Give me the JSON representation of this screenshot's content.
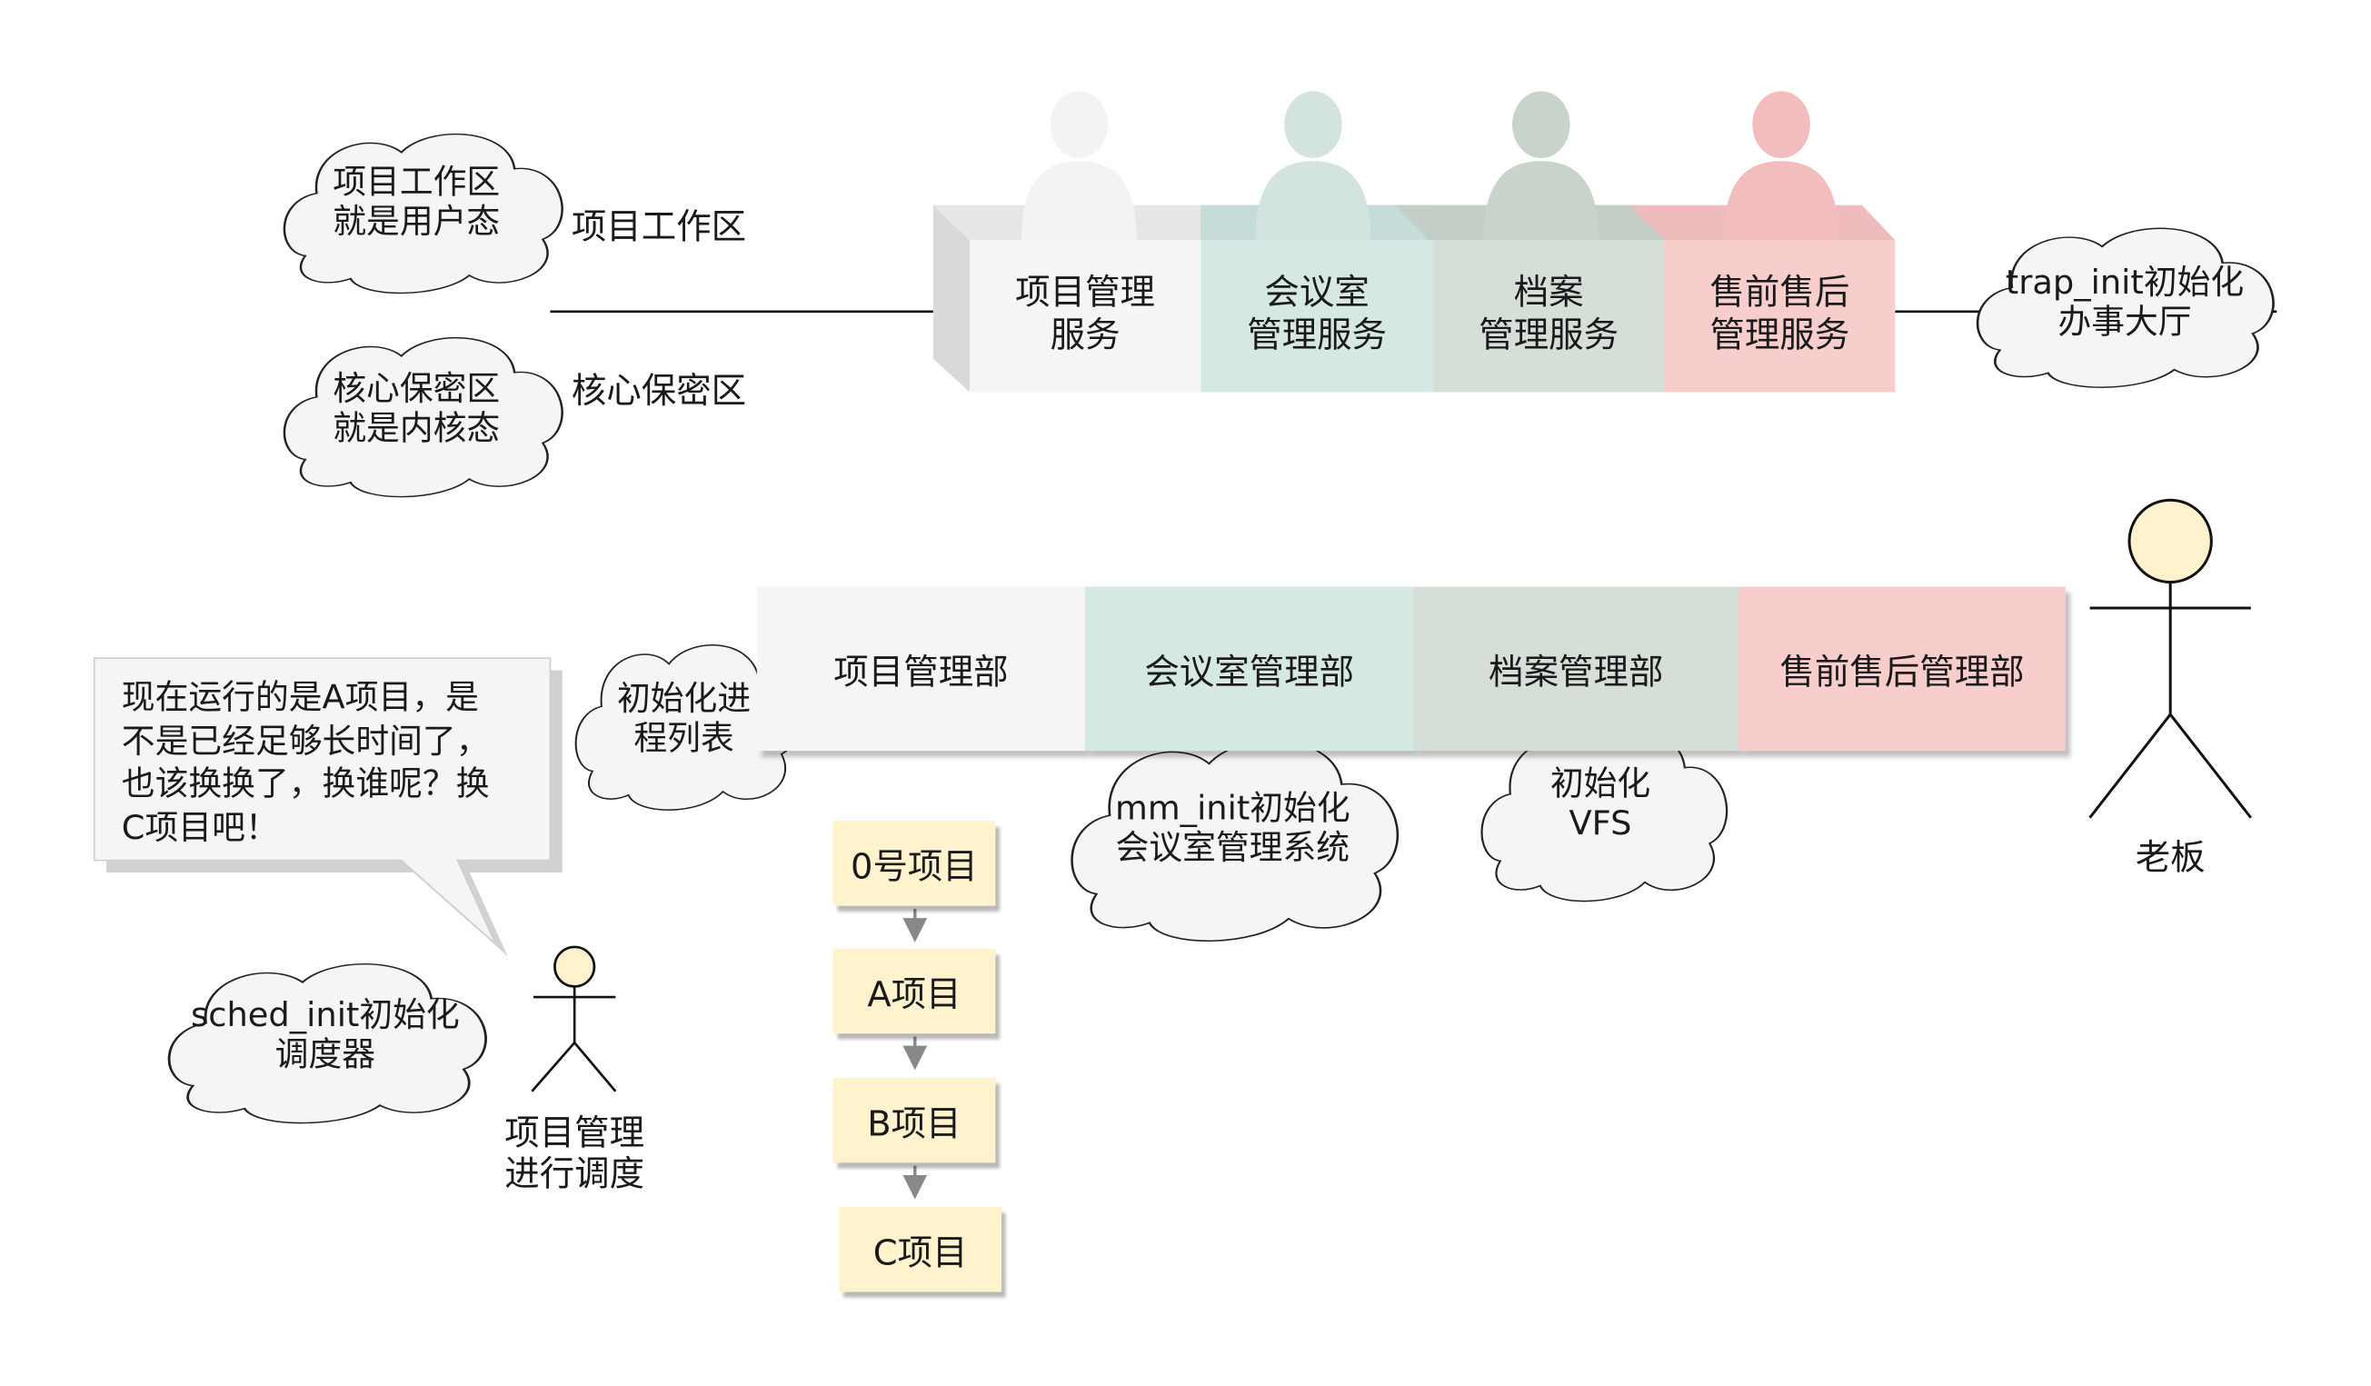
{
  "palette": {
    "project": "#f5f5f5",
    "meeting": "#d5e8e4",
    "archive": "#d5dfd8",
    "sales": "#f8cecc",
    "queue": "#fff3cd",
    "head": "#fff2cc"
  },
  "left_labels": {
    "user_zone": "项目工作区",
    "kernel_zone": "核心保密区"
  },
  "clouds": {
    "user_mode": "项目工作区\n就是用户态",
    "kernel_mode": "核心保密区\n就是内核态",
    "trap_init": "trap_init初始化\n办事大厅",
    "proc_list": "初始化进\n程列表",
    "mm_init": "mm_init初始化\n会议室管理系统",
    "vfs": "初始化\nVFS",
    "sched_init": "sched_init初始化\n调度器"
  },
  "desks": [
    {
      "label": "项目管理\n服务",
      "color": "#f5f5f5",
      "head": "#f3f3f3"
    },
    {
      "label": "会议室\n管理服务",
      "color": "#d5e8e4",
      "head": "#d2e3e0"
    },
    {
      "label": "档案\n管理服务",
      "color": "#d5dfd8",
      "head": "#c8d3cc"
    },
    {
      "label": "售前售后\n管理服务",
      "color": "#f8cecc",
      "head": "#f3bdbd"
    }
  ],
  "departments": [
    {
      "label": "项目管理部",
      "color": "#f5f5f5"
    },
    {
      "label": "会议室管理部",
      "color": "#d5e8e4"
    },
    {
      "label": "档案管理部",
      "color": "#d5dfd8"
    },
    {
      "label": "售前售后管理部",
      "color": "#f8cecc"
    }
  ],
  "queue": [
    "0号项目",
    "A项目",
    "B项目",
    "C项目"
  ],
  "speech": "现在运行的是A项目，是\n不是已经足够长时间了，\n也该换换了，换谁呢？换\nC项目吧！",
  "actors": {
    "boss": "老板",
    "scheduler": "项目管理\n进行调度"
  }
}
